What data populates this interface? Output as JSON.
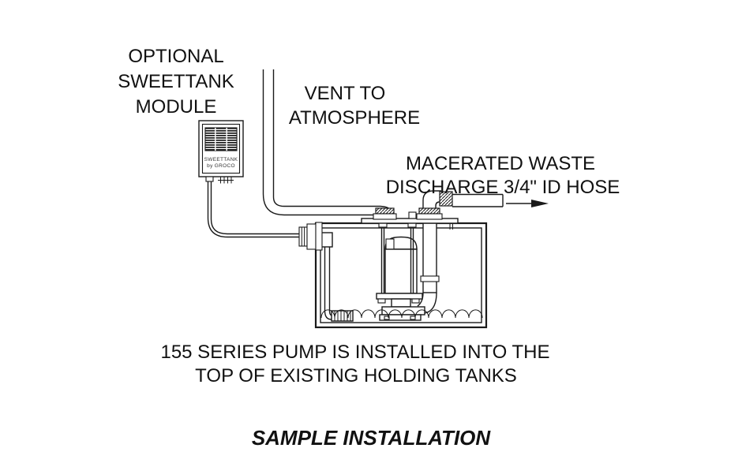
{
  "colors": {
    "ink": "#1a1a1a",
    "background": "#ffffff"
  },
  "diagram": {
    "module_label": [
      "OPTIONAL",
      "SWEETTANK",
      "MODULE"
    ],
    "vent_label": [
      "VENT TO",
      "ATMOSPHERE"
    ],
    "discharge_label": [
      "MACERATED WASTE",
      "DISCHARGE 3/4\" ID HOSE"
    ],
    "caption": [
      "155 SERIES PUMP IS INSTALLED INTO THE",
      "TOP OF EXISTING HOLDING TANKS"
    ],
    "footer": "SAMPLE INSTALLATION",
    "module_badge": [
      "SWEETTANK",
      "by GROCO"
    ]
  }
}
